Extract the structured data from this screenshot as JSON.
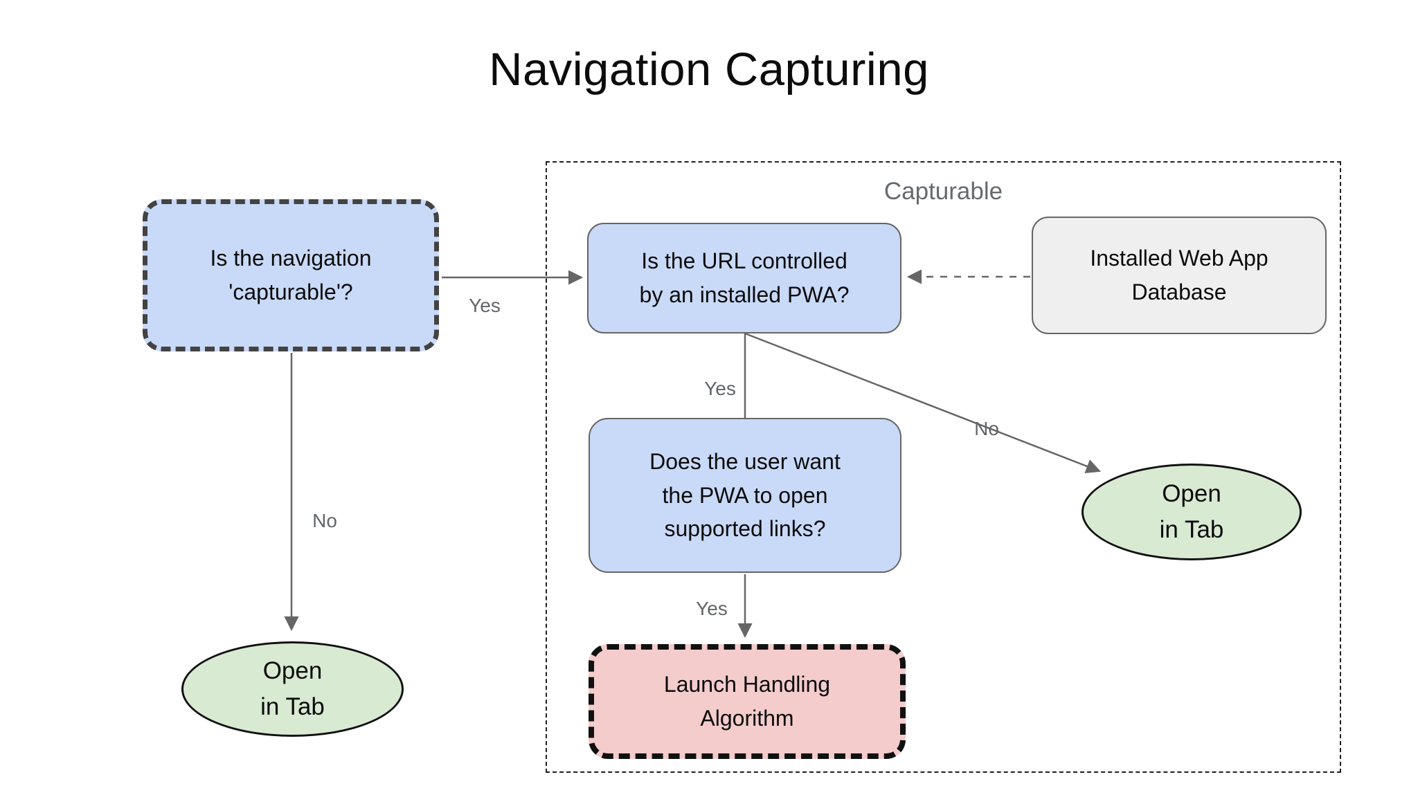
{
  "title": "Navigation Capturing",
  "container": {
    "label": "Capturable"
  },
  "nodes": {
    "nav_capturable": {
      "line1": "Is the navigation",
      "line2": "'capturable'?"
    },
    "url_controlled": {
      "line1": "Is the URL controlled",
      "line2": "by an installed PWA?"
    },
    "webapp_db": {
      "line1": "Installed Web App",
      "line2": "Database"
    },
    "user_want": {
      "line1": "Does the user want",
      "line2": "the PWA to open",
      "line3": "supported links?"
    },
    "launch_handling": {
      "line1": "Launch Handling",
      "line2": "Algorithm"
    },
    "open_in_tab_left": {
      "line1": "Open",
      "line2": "in Tab"
    },
    "open_in_tab_right": {
      "line1": "Open",
      "line2": "in Tab"
    }
  },
  "edge_labels": {
    "capturable_yes": "Yes",
    "capturable_no": "No",
    "pwa_yes": "Yes",
    "pwa_no": "No",
    "supported_links_yes": "Yes"
  },
  "colors": {
    "node_blue": "#c9daf8",
    "node_green": "#d9ead3",
    "node_red": "#f4cccc",
    "node_gray": "#efefef",
    "dashed_box_border": "#434343",
    "solid_box_border": "#656565",
    "ellipse_border": "#111111",
    "arrow_gray": "#666666",
    "label_gray": "#62666a",
    "group_border": "#1f1f1f"
  }
}
